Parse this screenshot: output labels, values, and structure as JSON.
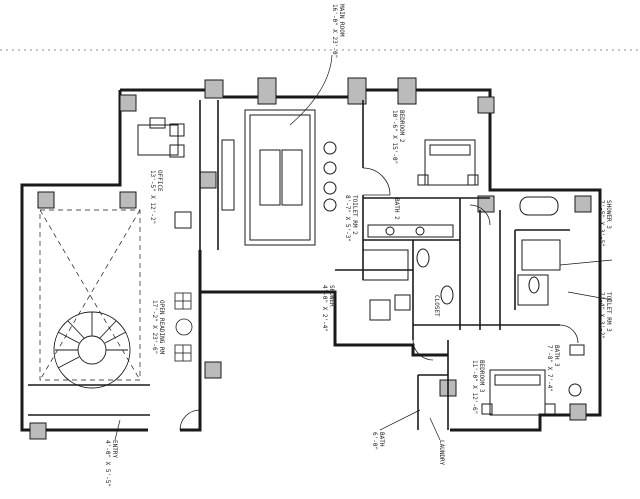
{
  "rooms": {
    "main_room": "MAIN ROOM\n16'-0\" X 23'-0\"",
    "bedroom_2": "BEDROOM 2\n10'-6\" X 15'-0\"",
    "office": "OFFICE\n13'-5\" X 12'-2\"",
    "open_reading_rm": "OPEN READING RM\n17'-2\" X 23'-6\"",
    "toilet_2": "TOILET RM 2\n8'-7\" X 5'-3\"",
    "bath_2": "BATH 2",
    "shower_3": "SHOWER 3\n7'-5\" X 3'-5\"",
    "toilet_3": "TOILET RM 3\n7'-4\" X 3'-2\"",
    "bath_3": "BATH 3\n7'-8\" X 7'-4\"",
    "bedroom_3": "BEDROOM 3\n11'-0\" X 12'-6\"",
    "shower_4": "SHOWER\n4'-0\" X 2'-4\"",
    "closet": "CLOSET",
    "entry": "ENTRY\n4'-0\" X 5'-5\"",
    "bath_lower": "BATH\n6'-0\"",
    "laundry": "LAUNDRY"
  },
  "colors": {
    "line": "#1a1a1a",
    "background": "#ffffff"
  }
}
